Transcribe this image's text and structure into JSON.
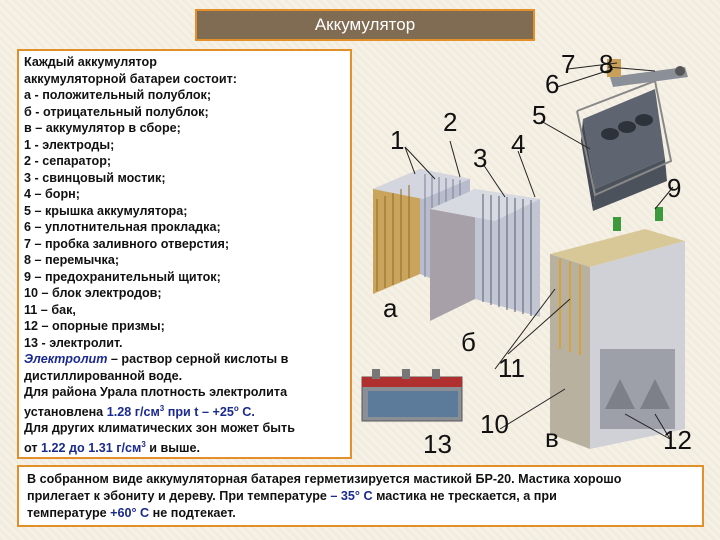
{
  "title": "Аккумулятор",
  "left_panel": {
    "lines": [
      "Каждый аккумулятор",
      "аккумуляторной батареи состоит:",
      "а - положительный полублок;",
      "б - отрицательный полублок;",
      "в – аккумулятор в сборе;",
      "1 - электроды;",
      "2 - сепаратор;",
      "3 - свинцовый мостик;",
      "4 – борн;",
      "5 – крышка аккумулятора;",
      "6 – уплотнительная прокладка;",
      "7 – пробка заливного отверстия;",
      "8 – перемычка;",
      "9 – предохранительный щиток;",
      "10 – блок электродов;",
      "11 – бак,",
      "12 – опорные призмы;",
      " 13 - электролит."
    ],
    "electrolyte_term": "Электролит",
    "electrolyte_rest": " – раствор серной кислоты в",
    "electrolyte_line2": "дистиллированной воде.",
    "ural_line1": "Для района Урала плотность электролита",
    "ural_pre": "установлена ",
    "ural_density": "1.28 г/см",
    "ural_sup": "3",
    "ural_mid": " при t – +25",
    "ural_deg": "о",
    "ural_end": " С.",
    "climate_line1": "Для других климатических зон может быть",
    "climate_pre": "от ",
    "climate_range": "1.22 до 1.31 г/см",
    "climate_sup": "3",
    "climate_end": " и выше."
  },
  "bottom_panel": {
    "part1": "В собранном виде аккумуляторная батарея герметизируется мастикой БР-20. Мастика хорошо",
    "part2": "прилегает к эбониту и дереву. При температуре ",
    "temp1": "– 35° С",
    "part3": " мастика не трескается, а при",
    "part4": "температуре ",
    "temp2": "+60° С",
    "part5": " не подтекает."
  },
  "figure_labels": {
    "l1": "1",
    "l2": "2",
    "l3": "3",
    "l4": "4",
    "l5": "5",
    "l6": "6",
    "l7": "7",
    "l8": "8",
    "l9": "9",
    "l10": "10",
    "l11": "11",
    "l12": "12",
    "l13": "13",
    "la": "а",
    "lb": "б",
    "lv": "в"
  }
}
